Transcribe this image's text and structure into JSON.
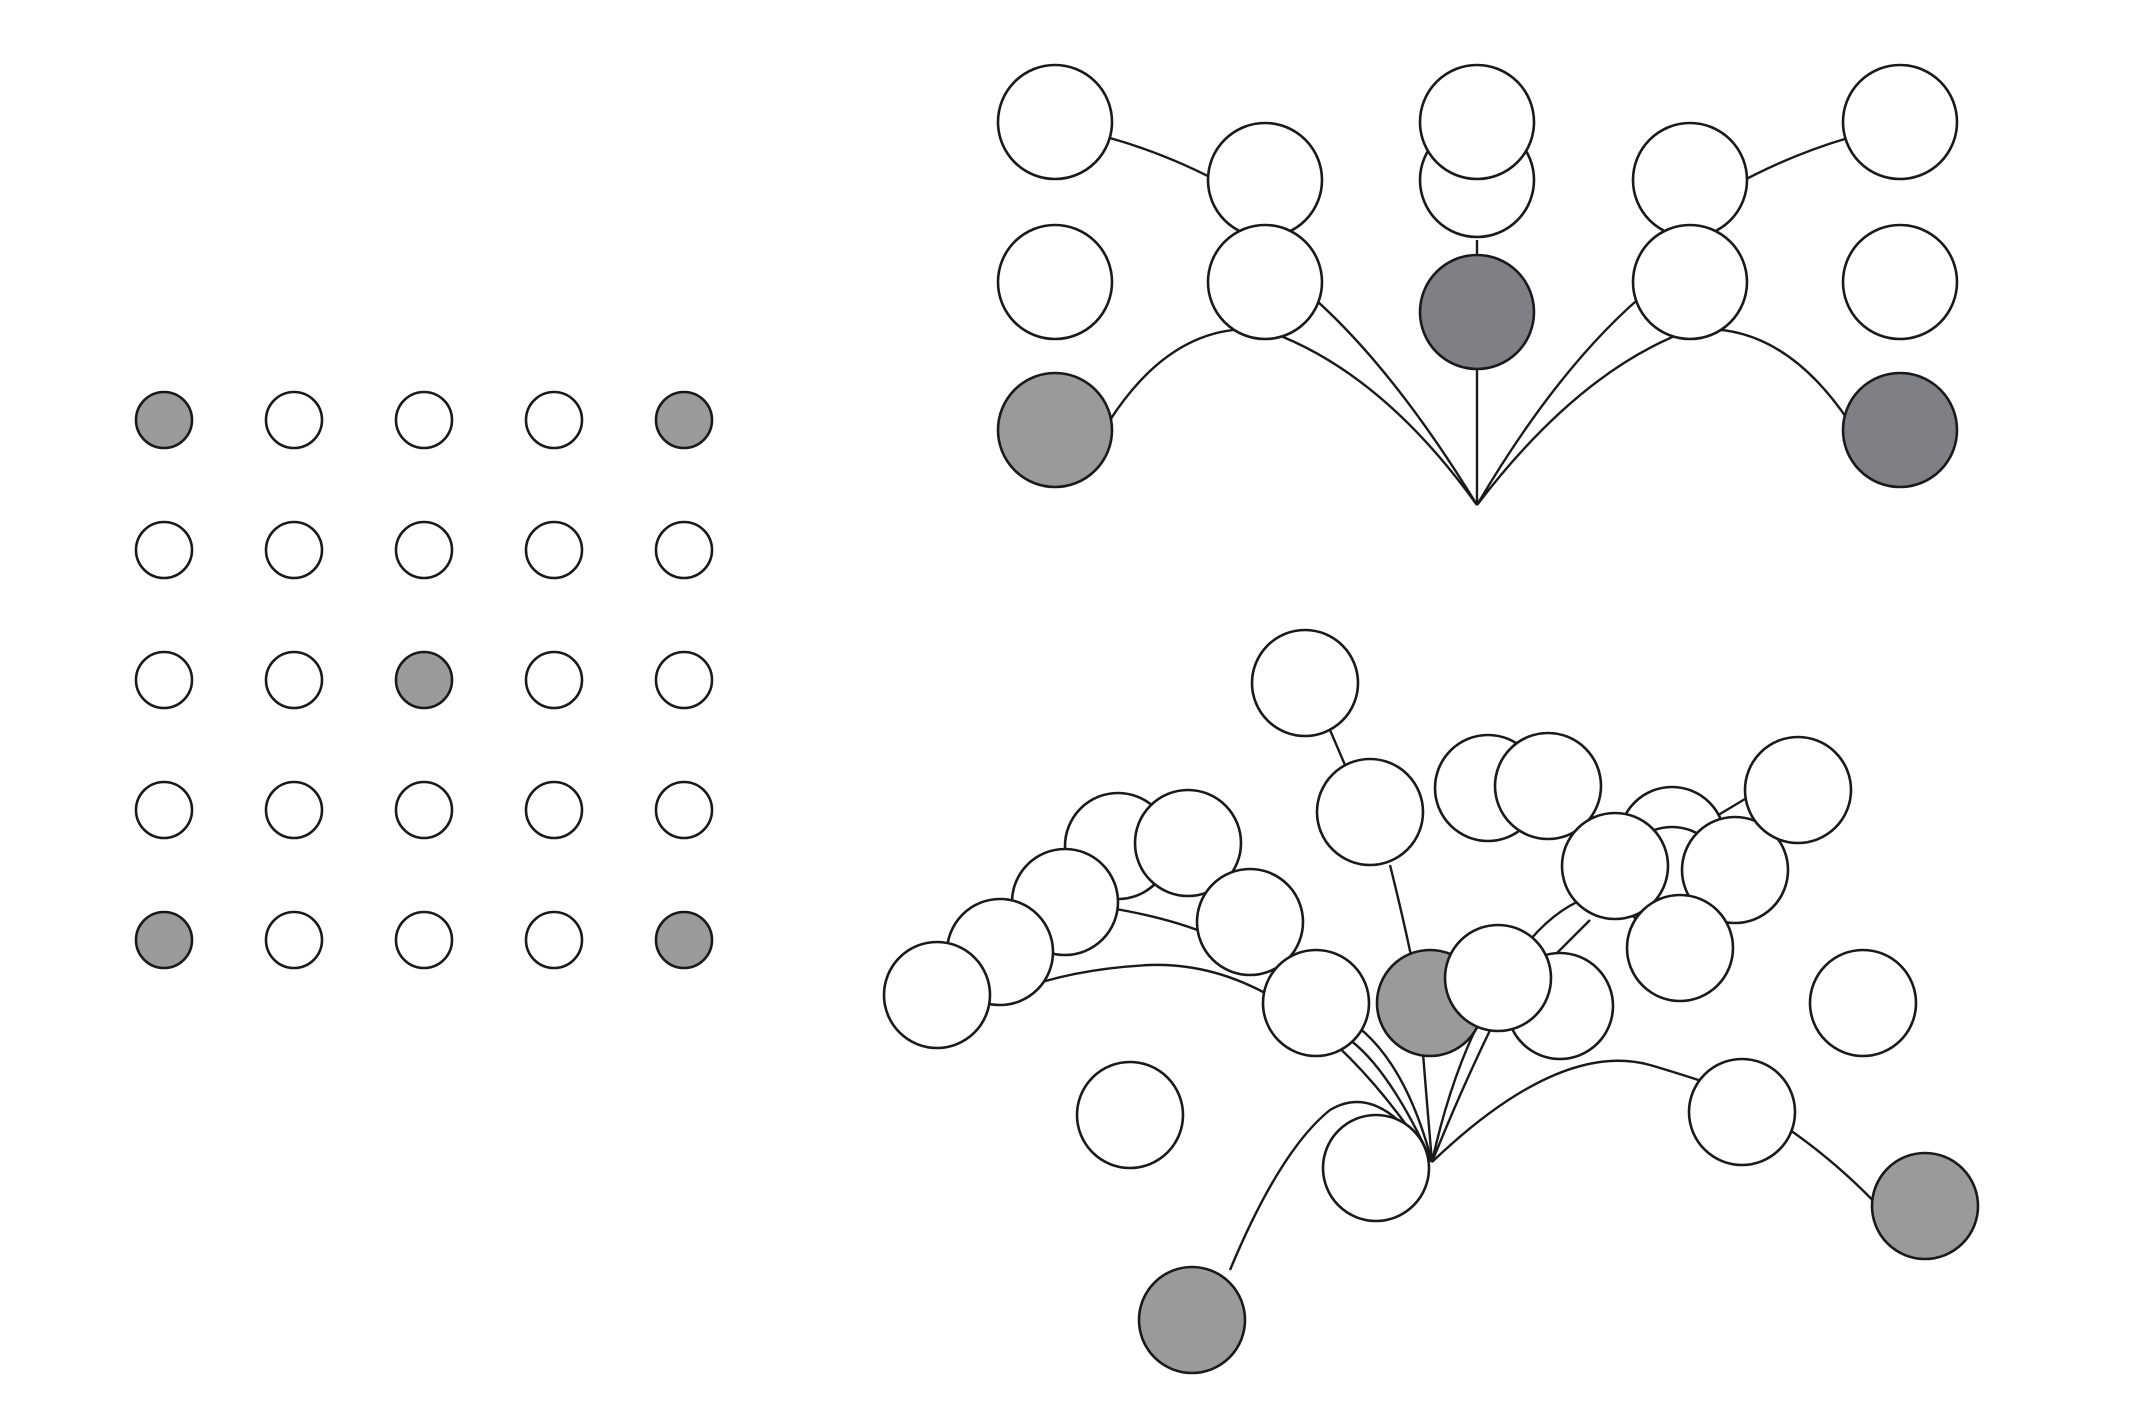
{
  "colors": {
    "background": "#ffffff",
    "stroke": "#1a1a1a",
    "empty_node": "#ffffff",
    "filled_node_light": "#9a9a9a",
    "filled_node_dark": "#7f8085"
  },
  "grid": {
    "rows": 5,
    "cols": 5,
    "filled_cells": [
      [
        0,
        0
      ],
      [
        0,
        4
      ],
      [
        2,
        2
      ],
      [
        4,
        0
      ],
      [
        4,
        4
      ]
    ]
  },
  "top_graph": {
    "root": "fan-point",
    "columns": 5,
    "filled_nodes": [
      "col1-bottom",
      "col3-bottom",
      "col5-bottom"
    ]
  },
  "bottom_graph": {
    "root": "hub-node",
    "filled_nodes": [
      "center-gray",
      "bottom-left-gray",
      "right-gray"
    ]
  }
}
